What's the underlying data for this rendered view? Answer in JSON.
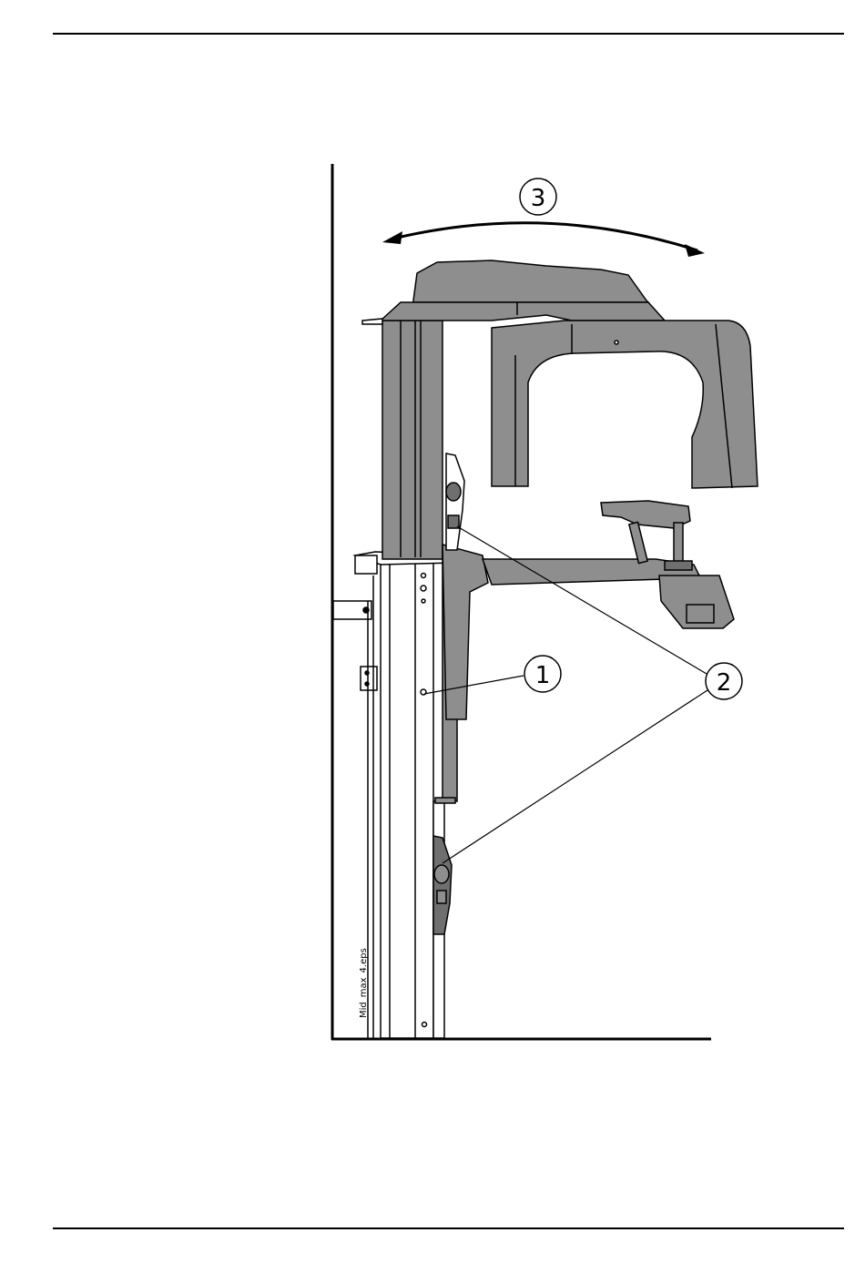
{
  "figure": {
    "filename_label": "Mid_max_4.eps",
    "callouts": [
      {
        "id": "callout-1",
        "label": "1"
      },
      {
        "id": "callout-2",
        "label": "2"
      },
      {
        "id": "callout-3",
        "label": "3"
      }
    ],
    "colors": {
      "device_fill": "#8e8e8e",
      "device_dark": "#6f6f6f",
      "column_fill": "#ffffff",
      "stroke": "#000000"
    }
  }
}
